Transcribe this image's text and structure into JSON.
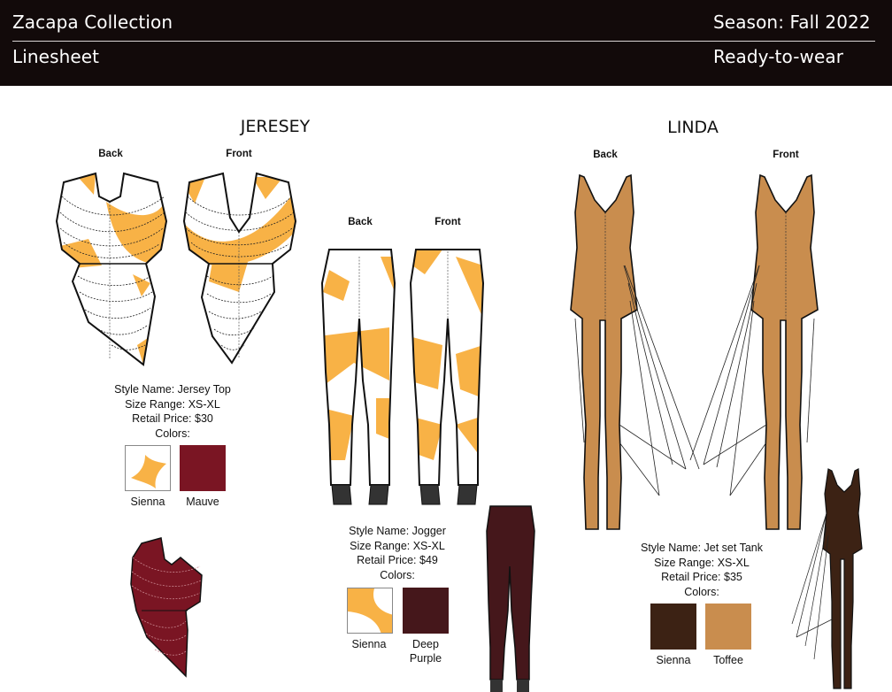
{
  "header": {
    "collection": "Zacapa Collection",
    "doc_type": "Linesheet",
    "season": "Season:  Fall 2022",
    "category": "Ready-to-wear"
  },
  "sections": {
    "jeresey": {
      "title": "JERESEY"
    },
    "linda": {
      "title": "LINDA"
    }
  },
  "view_labels": {
    "back": "Back",
    "front": "Front"
  },
  "colors": {
    "sienna_orange": "#f8b246",
    "mauve": "#7a1523",
    "deep_purple": "#45171b",
    "sienna_brown": "#3c2214",
    "toffee": "#c98d4e",
    "header_bg": "#120a0a",
    "body_tan": "#c98d4e"
  },
  "products": [
    {
      "style_name": "Style Name:  Jersey Top",
      "size_range": "Size Range:  XS-XL",
      "retail_price": "Retail Price:  $30",
      "colors_label": "Colors:",
      "swatches": [
        {
          "name": "Sienna",
          "color": "#f8b246",
          "pattern": true
        },
        {
          "name": "Mauve",
          "color": "#7a1523",
          "pattern": false
        }
      ]
    },
    {
      "style_name": "Style Name:  Jogger",
      "size_range": "Size Range:  XS-XL",
      "retail_price": "Retail Price:  $49",
      "colors_label": "Colors:",
      "swatches": [
        {
          "name": "Sienna",
          "color": "#f8b246",
          "pattern": true
        },
        {
          "name": "Deep",
          "name2": "Purple",
          "color": "#45171b",
          "pattern": false
        }
      ]
    },
    {
      "style_name": "Style Name:  Jet set Tank",
      "size_range": "Size Range:  XS-XL",
      "retail_price": "Retail Price:  $35",
      "colors_label": "Colors:",
      "swatches": [
        {
          "name": "Sienna",
          "color": "#3c2214",
          "pattern": false
        },
        {
          "name": "Toffee",
          "color": "#c98d4e",
          "pattern": false
        }
      ]
    }
  ]
}
